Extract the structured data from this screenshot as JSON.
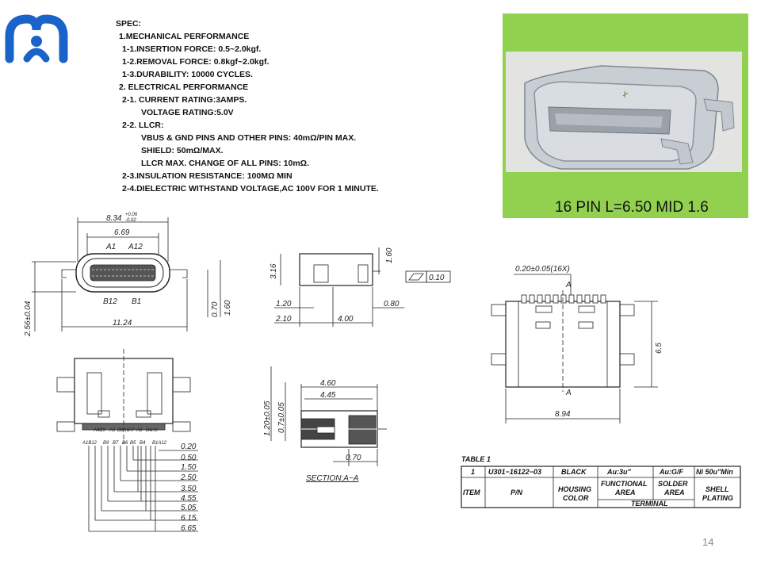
{
  "spec": {
    "heading": "SPEC:",
    "lines": [
      {
        "text": "1.MECHANICAL  PERFORMANCE",
        "indent": 1
      },
      {
        "text": "1-1.INSERTION  FORCE: 0.5~2.0kgf.",
        "indent": 2
      },
      {
        "text": "1-2.REMOVAL FORCE: 0.8kgf~2.0kgf.",
        "indent": 2
      },
      {
        "text": "1-3.DURABILITY:  10000 CYCLES.",
        "indent": 2
      },
      {
        "text": "2. ELECTRICAL  PERFORMANCE",
        "indent": 1
      },
      {
        "text": "2-1. CURRENT  RATING:3AMPS.",
        "indent": 2
      },
      {
        "text": "VOLTAGE RATING:5.0V",
        "indent": 3
      },
      {
        "text": "2-2. LLCR:",
        "indent": 2
      },
      {
        "text": "VBUS & GND PINS AND OTHER PINS: 40mΩ/PIN MAX.",
        "indent": 3
      },
      {
        "text": "SHIELD:  50mΩ/MAX.",
        "indent": 3
      },
      {
        "text": "LLCR MAX. CHANGE OF ALL PINS: 10mΩ.",
        "indent": 3
      },
      {
        "text": "2-3.INSULATION RESISTANCE:  100MΩ  MIN",
        "indent": 2
      },
      {
        "text": "2-4.DIELECTRIC  WITHSTAND  VOLTAGE,AC  100V FOR 1 MINUTE.",
        "indent": 2
      }
    ]
  },
  "product_caption": "16 PIN L=6.50 MID 1.6",
  "page_number": "14",
  "colors": {
    "logo": "#1a63c9",
    "panel_green": "#92d050",
    "render_bg": "#e3e3e1"
  },
  "drawing": {
    "front": {
      "d_8_34": "8.34",
      "tol_plus": "+0.06",
      "tol_minus": "-0.02",
      "d_6_69": "6.69",
      "a1": "A1",
      "a12": "A12",
      "b12": "B12",
      "b1": "B1",
      "d_2_56": "2.56±0.04",
      "d_0_70": "0.70",
      "d_1_60": "1.60",
      "d_11_24": "11.24"
    },
    "side": {
      "d_3_16": "3.16",
      "d_1_60": "1.60",
      "flatness": "0.10",
      "d_1_20": "1.20",
      "d_0_80": "0.80",
      "d_2_10": "2.10",
      "d_4_00": "4.00"
    },
    "top": {
      "pitch": "0.20±0.05(16X)",
      "marker_a": "A",
      "d_6_5": "6.5",
      "d_8_94": "8.94"
    },
    "section": {
      "d_1_20": "1.20±0.05",
      "d_0_7": "0.7±0.05",
      "d_4_60": "4.60",
      "d_4_45": "4.45",
      "d_0_70": "0.70",
      "label": "SECTION:A−A"
    },
    "pcb": {
      "pin_labels_top": [
        "A4B9",
        "A5",
        "B8A6",
        "A7",
        "A8",
        "B4A9"
      ],
      "pin_labels_bottom": [
        "A1B12",
        "B9",
        "B7",
        "B6",
        "B5",
        "B4",
        "B1A12"
      ],
      "dims": [
        "0.20",
        "0.50",
        "1.50",
        "2.50",
        "3.50",
        "4.55",
        "5.05",
        "6.15",
        "6.65"
      ]
    }
  },
  "table": {
    "title": "TABLE  1",
    "item_no": "1",
    "part_no": "U301−16122−03",
    "color": "BLACK",
    "functional": "Au:3u\"",
    "solder": "Au:G/F",
    "shell": "Ni  50u\"Min",
    "h_item": "ITEM",
    "h_pn": "P/N",
    "h_housing_1": "HOUSING",
    "h_housing_2": "COLOR",
    "h_func_1": "FUNCTIONAL",
    "h_func_2": "AREA",
    "h_solder_1": "SOLDER",
    "h_solder_2": "AREA",
    "h_shell_1": "SHELL",
    "h_shell_2": "PLATING",
    "h_terminal": "TERMINAL"
  }
}
